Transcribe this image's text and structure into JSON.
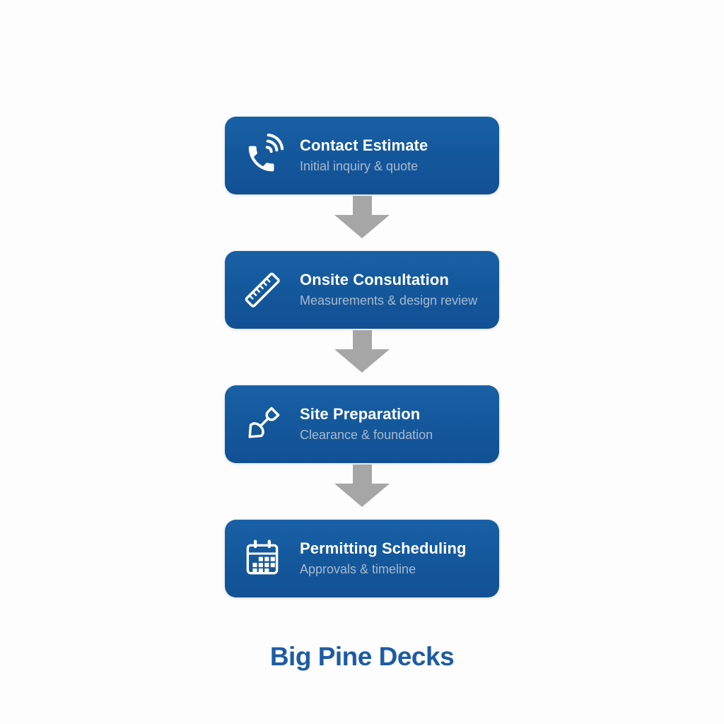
{
  "colors": {
    "background": "#FDFDFD",
    "box_blue": "#14579B",
    "arrow_gray": "#A6A6A6",
    "title_white": "#FFFFFF",
    "subtitle_gray": "#A8BACB",
    "footer_blue": "#1D5CA3"
  },
  "steps": [
    {
      "icon": "phone-icon",
      "title": "Contact Estimate",
      "subtitle": "Initial inquiry & quote"
    },
    {
      "icon": "ruler-icon",
      "title": "Onsite Consultation",
      "subtitle": "Measurements & design review"
    },
    {
      "icon": "shovel-icon",
      "title": "Site Preparation",
      "subtitle": "Clearance & foundation"
    },
    {
      "icon": "calendar-icon",
      "title": "Permitting Scheduling",
      "subtitle": "Approvals & timeline"
    }
  ],
  "footer": {
    "title": "Big Pine Decks"
  }
}
